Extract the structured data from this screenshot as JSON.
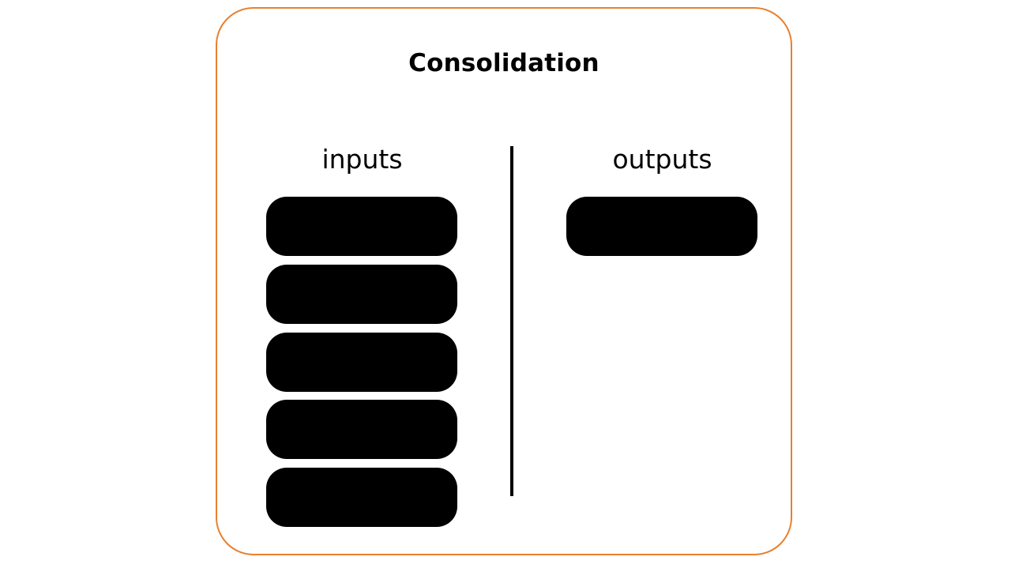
{
  "diagram": {
    "title": "Consolidation",
    "inputs": {
      "label": "inputs",
      "item_count": 5
    },
    "outputs": {
      "label": "outputs",
      "item_count": 1
    },
    "colors": {
      "frame_border": "#E8802F",
      "blocks": "#000000",
      "background": "#FFFFFF"
    }
  }
}
